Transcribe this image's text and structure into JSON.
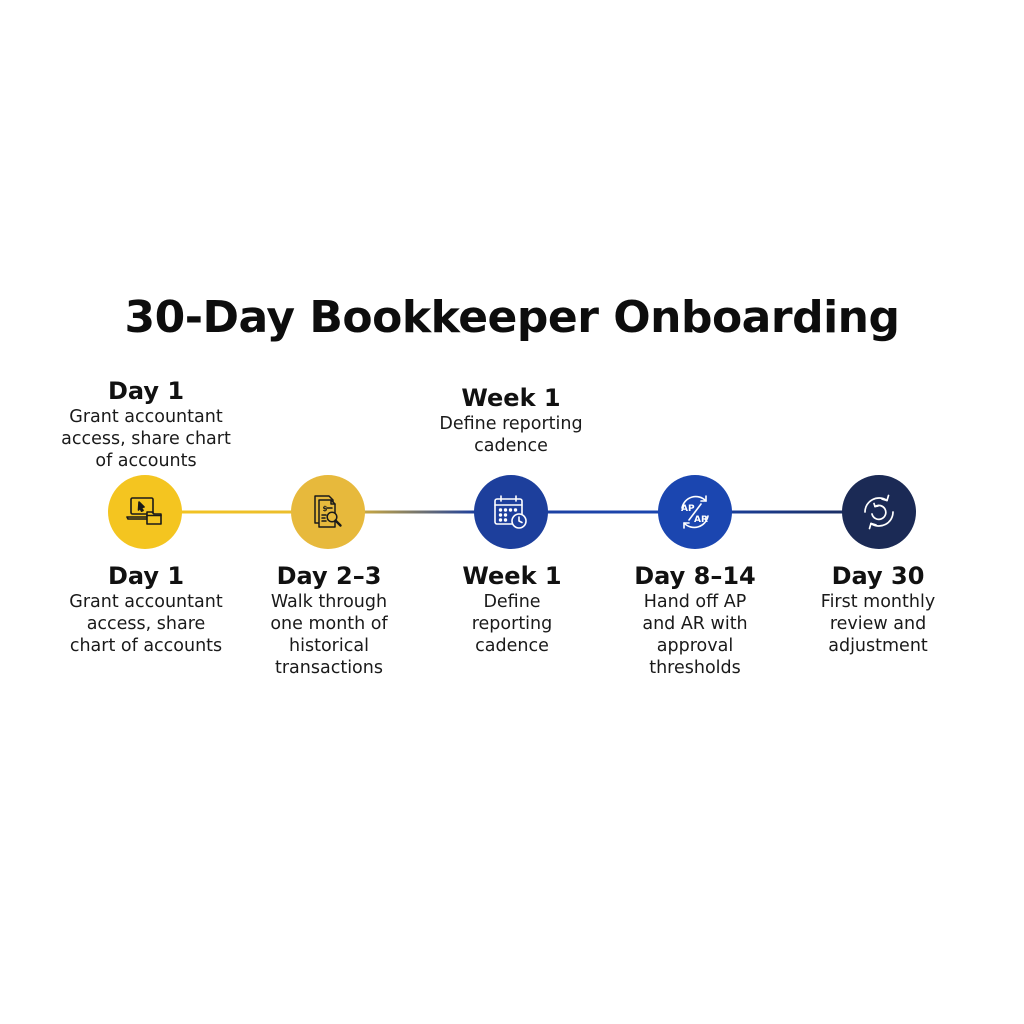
{
  "title": "30-Day Bookkeeper Onboarding",
  "colors": {
    "yellow": "#f4c520",
    "gold": "#e7b93c",
    "blue": "#1d3f9c",
    "mid_blue": "#1b46b0",
    "navy": "#1b2a55",
    "ink": "#111111"
  },
  "callouts_above": [
    {
      "milestone": "Day 1",
      "lines": [
        "Grant accountant",
        "access, share chart",
        "of accounts"
      ]
    },
    {
      "milestone": "Week 1",
      "lines": [
        "Define reporting",
        "cadence"
      ]
    }
  ],
  "steps": [
    {
      "milestone": "Day 1",
      "lines": [
        "Grant accountant",
        "access, share",
        "chart of accounts"
      ],
      "icon": "laptop-folder-icon"
    },
    {
      "milestone": "Day 2–3",
      "lines": [
        "Walk through",
        "one month of",
        "historical",
        "transactions"
      ],
      "icon": "document-magnifier-icon"
    },
    {
      "milestone": "Week 1",
      "lines": [
        "Define",
        "reporting",
        "cadence"
      ],
      "icon": "calendar-clock-icon"
    },
    {
      "milestone": "Day 8–14",
      "lines": [
        "Hand off AP",
        "and AR with",
        "approval",
        "thresholds"
      ],
      "icon": "ap-ar-exchange-icon",
      "icon_text": [
        "AP",
        "AR"
      ]
    },
    {
      "milestone": "Day 30",
      "lines": [
        "First monthly",
        "review and",
        "adjustment"
      ],
      "icon": "refresh-cycle-icon"
    }
  ]
}
